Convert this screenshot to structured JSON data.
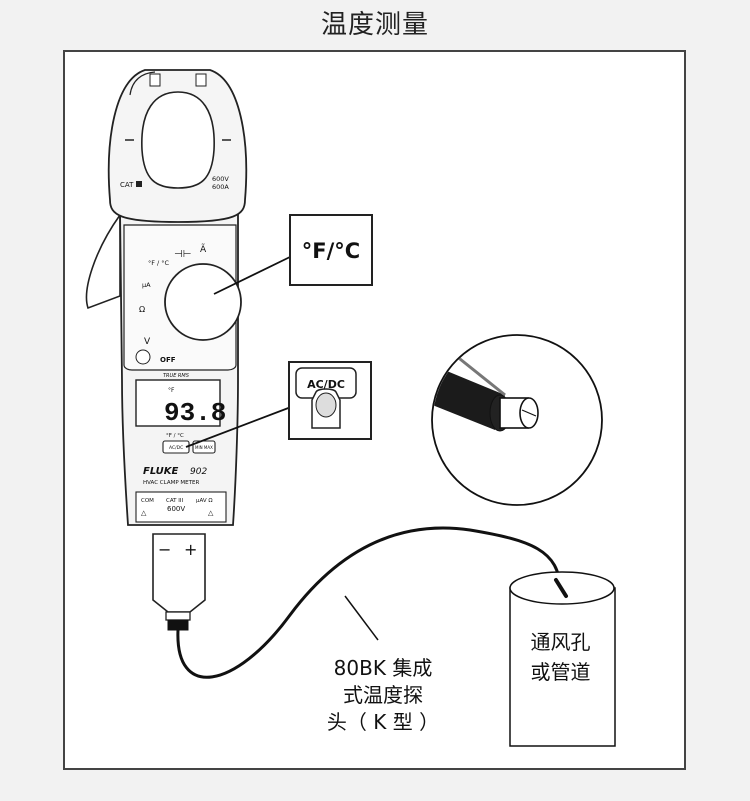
{
  "title": "温度测量",
  "callouts": {
    "unit_switch": "°F/°C",
    "acdc_button": "AC/DC"
  },
  "meter": {
    "brand": "FLUKE",
    "model": "902",
    "subtitle": "HVAC CLAMP METER",
    "display_value": "93.8",
    "display_unit": "°F",
    "true_rms": "TRUE RMS",
    "off": "OFF",
    "dial_degf": "°F / °C",
    "dial_ua": "µA",
    "dial_ohm": "Ω",
    "dial_v": "V",
    "jaw_cat": "CAT",
    "jaw_600v": "600V",
    "jaw_600a": "600A",
    "btn_row_label": "°F / °C",
    "btn_acdc": "AC/DC",
    "btn_minmax": "MIN MAX",
    "com": "COM",
    "cat_bottom": "CAT III",
    "uav": "µAV Ω",
    "v600": "600V",
    "plug_minus": "−",
    "plug_plus": "+"
  },
  "probe_label_lines": [
    "80BK 集成",
    "式温度探",
    "头（ K 型 ）"
  ],
  "vent_label_lines": [
    "通风孔",
    "或管道"
  ]
}
